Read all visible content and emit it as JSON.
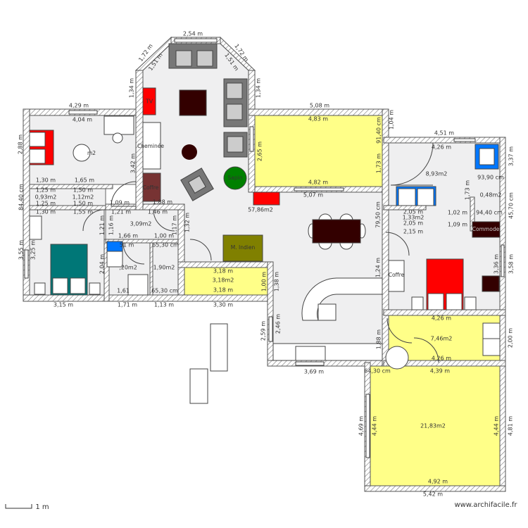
{
  "colors": {
    "wall_hatch": "#777777",
    "floor": "#efeff0",
    "yellow_room": "#ffff88",
    "red": "#ff0000",
    "teal": "#007777",
    "blue": "#0077ff",
    "dark_brown": "#330000",
    "olive": "#808000",
    "green": "#008000",
    "coffre": "#773333",
    "gray_sofa": "#777777"
  },
  "rooms": {
    "salon": "57,86m2",
    "bedroom_tl": "m2",
    "c1": "0,93m2",
    "c2": "1,12m2",
    "hall": "3,09m2",
    "bath": ",20m2",
    "wc": "1,90m2",
    "cellier": "3,18m2",
    "bedroom_tr": "8,93m2",
    "small_tr": "0,48m2",
    "closet_tr": "1,33m2",
    "room_746": "7,46m2",
    "room_2183": "21,83m2"
  },
  "furniture": {
    "tv": "TV",
    "cheminee": "Cheminée",
    "coffre1": "Coffre",
    "sapin": "Sapin",
    "indien": "M. Indien",
    "coffre2": "Coffre",
    "commode": "Commode"
  },
  "dims": [
    "2,54 m",
    "1,72 m",
    "1,51 m",
    "1,72 m",
    "1,51 m",
    "1,34 m",
    "1,34 m",
    "4,29 m",
    "4,04 m",
    "2,88 m",
    "3,42 m",
    "1,30 m",
    "1,65 m",
    "1,25 m",
    "1,25 m",
    "1,50 m",
    "1,50 m",
    "84,40 cm",
    "1,30 m",
    "1,55 m",
    "1,09 m",
    "1,21 m",
    "1,88 m",
    "1,46 m",
    "1,21 m",
    "1,16 m",
    "1,17 m",
    "1,32 m",
    "1,66 m",
    "1,00 m",
    "51 m",
    "65,30 cm",
    "2,04 m",
    "1,61",
    "65,30 cm",
    "3,55 m",
    "3,25 m",
    "3,15 m",
    "1,71 m",
    "1,13 m",
    "3,18 m",
    "3,18 m",
    "1,00 m",
    "3,30 m",
    "5,08 m",
    "4,83 m",
    "4,82 m",
    "5,07 m",
    "2,65 m",
    "91,40 cm",
    "1,73 m",
    "1,04 m",
    "1,38 m",
    "2,59 m",
    "2,46 m",
    "3,69 m",
    "1,88 m",
    "4,51 m",
    "4,26 m",
    "1,73 m",
    "93,90 cm",
    "94,40 cm",
    "2,05 m",
    "2,05 m",
    "2,15 m",
    "1,02 m",
    "1,09 m",
    "79,50 cm",
    "1,24 m",
    "3,36 m",
    "3,58 m",
    "45,70 cm",
    "3,37 m",
    "4,26 m",
    "4,26 m",
    "4,39 m",
    "2,00 m",
    "64,30 cm",
    "4,44 m",
    "4,69 m",
    "4,44 m",
    "4,81 m",
    "4,92 m",
    "5,42 m"
  ],
  "scale": "1 m",
  "watermark": "www.archifacile.fr"
}
